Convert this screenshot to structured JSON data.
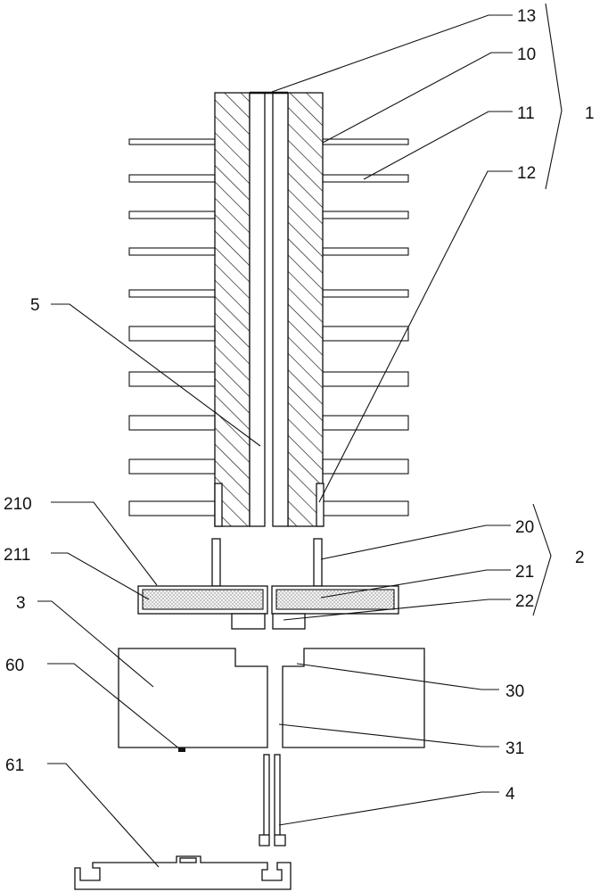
{
  "labels": {
    "l13": "13",
    "l10": "10",
    "l11": "11",
    "l1": "1",
    "l12": "12",
    "l5": "5",
    "l210": "210",
    "l20": "20",
    "l211": "211",
    "l21": "21",
    "l2": "2",
    "l3": "3",
    "l22": "22",
    "l60": "60",
    "l30": "30",
    "l31": "31",
    "l61": "61",
    "l4": "4"
  }
}
